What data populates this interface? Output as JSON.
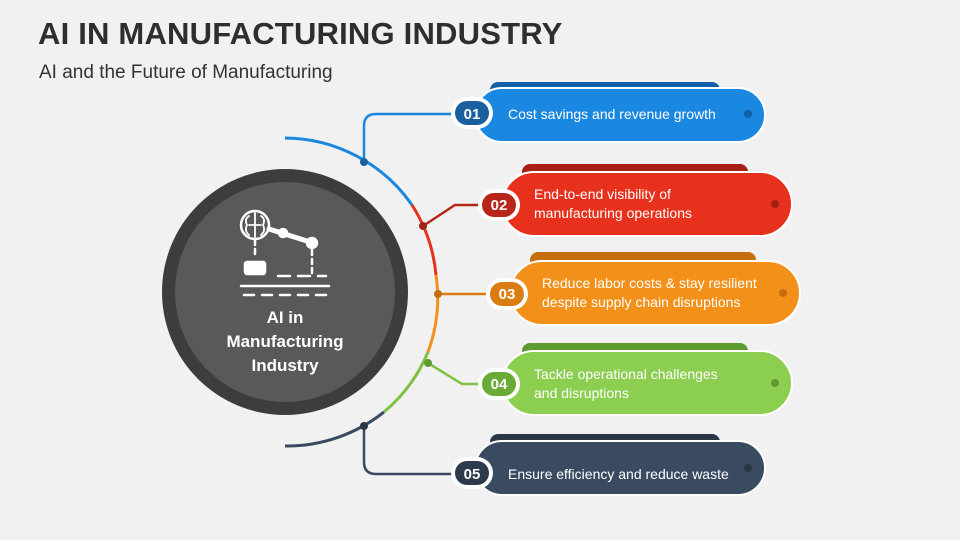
{
  "title": "AI IN MANUFACTURING INDUSTRY",
  "subtitle": "AI and the Future of Manufacturing",
  "center": {
    "icon": "ai-robot-arm-icon",
    "label_line1": "AI in",
    "label_line2": "Manufacturing",
    "label_line3": "Industry"
  },
  "items": [
    {
      "number": "01",
      "line1": "Cost savings and revenue growth",
      "line2": "",
      "color": "#1a87e0"
    },
    {
      "number": "02",
      "line1": "End-to-end visibility of",
      "line2": "manufacturing operations",
      "color": "#e8311c"
    },
    {
      "number": "03",
      "line1": "Reduce labor costs & stay resilient",
      "line2": "despite supply chain disruptions",
      "color": "#f39019"
    },
    {
      "number": "04",
      "line1": "Tackle operational challenges",
      "line2": "and disruptions",
      "color": "#7dc242"
    },
    {
      "number": "05",
      "line1": "Ensure efficiency and reduce waste",
      "line2": "",
      "color": "#3a4a60"
    }
  ]
}
